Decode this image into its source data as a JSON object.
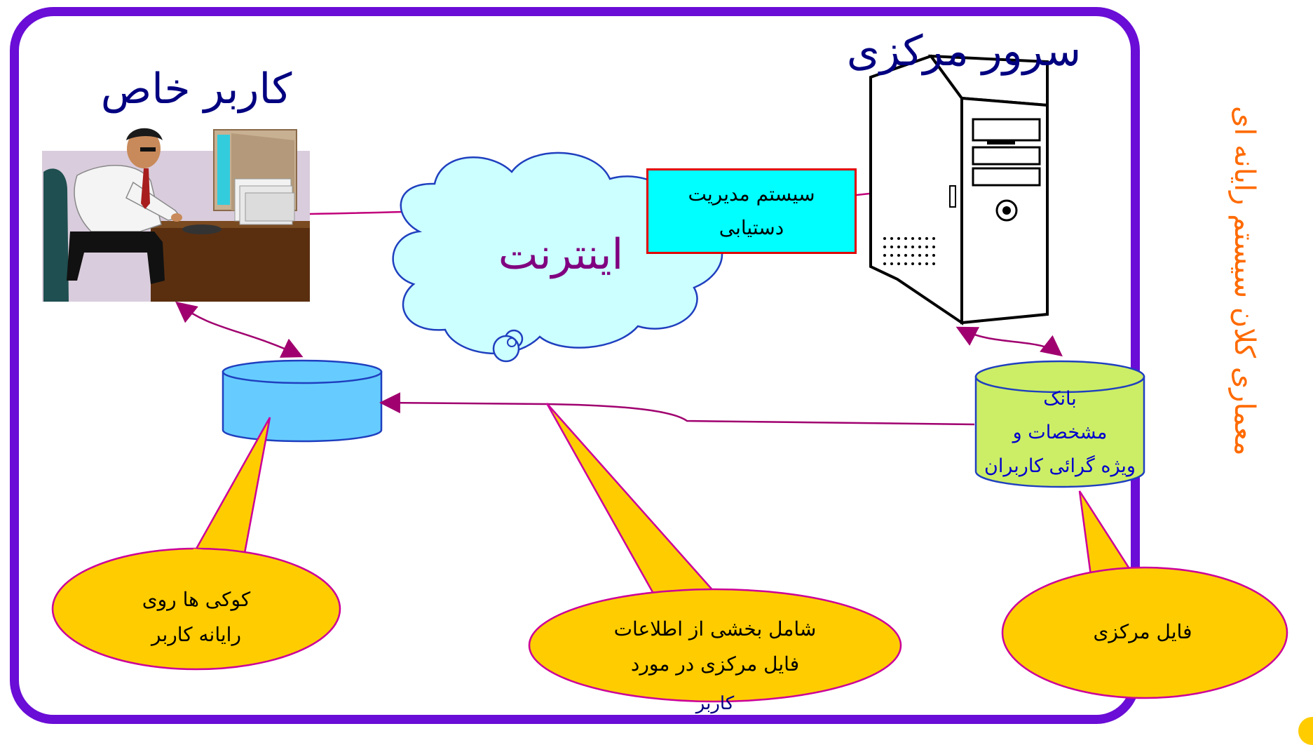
{
  "title_user": "کاربر خاص",
  "title_server": "سرور مرکزی",
  "internet_label": "اینترنت",
  "access_system": {
    "line1": "سیستم مدیریت",
    "line2": "دستیابی"
  },
  "bank": {
    "line1": "بانک",
    "line2": "مشخصات و",
    "line3": "ویژه گرائی کاربران"
  },
  "callouts": {
    "cookies": {
      "line1": "کوکی ها روی",
      "line2": "رایانه کاربر"
    },
    "partial": {
      "line1": "شامل بخشی از اطلاعات",
      "line2": "فایل مرکزی در مورد",
      "line3": "کاربر"
    },
    "central": {
      "line1": "فایل مرکزی"
    }
  },
  "side_title": "معماری کلان سیستم رایانه ای",
  "colors": {
    "frame": "#6a0dd6",
    "title_text": "#000080",
    "callout_fill": "#ffcc00",
    "callout_stroke": "#cc0099",
    "cloud_fill": "#ccffff",
    "cloud_stroke": "#1f3fbf",
    "box_fill": "#00ffff",
    "box_stroke": "#e00000",
    "db_blue": "#66ccff",
    "db_green": "#ccee66",
    "side_title": "#ff6a00",
    "connector": "#a0006f"
  },
  "icons": {
    "user": "office-worker-illustration",
    "server": "tower-server-icon",
    "cookie_store": "database-cylinder-icon",
    "bank_store": "database-cylinder-icon",
    "network": "cloud-icon"
  }
}
